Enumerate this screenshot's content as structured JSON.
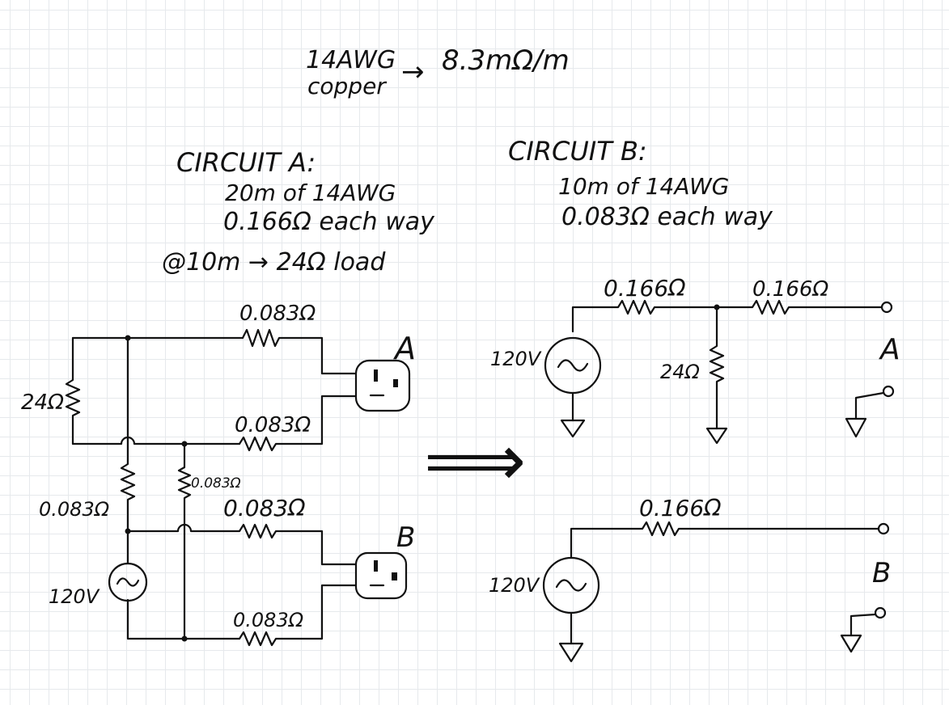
{
  "header": {
    "gauge": "14AWG",
    "material": "copper",
    "arrow": "→",
    "resistivity": "8.3mΩ/m"
  },
  "circuit_a": {
    "title": "CIRCUIT A:",
    "line1": "20m of 14AWG",
    "line2": "0.166Ω each way",
    "line3": "@10m → 24Ω load"
  },
  "circuit_b": {
    "title": "CIRCUIT B:",
    "line1": "10m of 14AWG",
    "line2": "0.083Ω each way"
  },
  "left_schematic": {
    "load_label": "24Ω",
    "r_top_hot": "0.083Ω",
    "r_top_neutral": "0.083Ω",
    "r_left_vertical": "0.083Ω",
    "r_mid_vertical": "0.083Ω",
    "r_bottom_hot": "0.083Ω",
    "r_bottom_neutral": "0.083Ω",
    "source_voltage": "120V",
    "outlet_a_label": "A",
    "outlet_b_label": "B"
  },
  "transform_arrow": "⟹",
  "right_schematic_a": {
    "r1": "0.166Ω",
    "r2": "0.166Ω",
    "load": "24Ω",
    "source_voltage": "120V",
    "terminal_label": "A"
  },
  "right_schematic_b": {
    "r1": "0.166Ω",
    "source_voltage": "120V",
    "terminal_label": "B"
  }
}
